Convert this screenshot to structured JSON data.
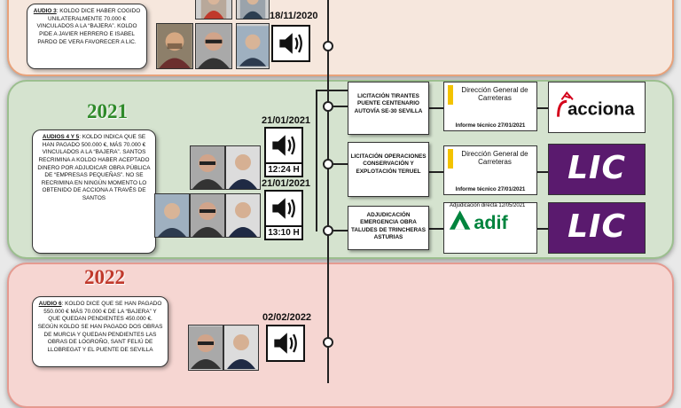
{
  "colors": {
    "green_year": "#2f8a2a",
    "red_year": "#c0392b",
    "lic_purple": "#5a1a6e",
    "acciona_red": "#d4001a",
    "adif_green": "#00843d",
    "dg_yellow": "#f3c300"
  },
  "section_2020": {
    "date": "18/11/2020",
    "audio_label": "Audio 3",
    "text": ": Koldo dice haber cogido unilateralmente 70.000 € vinculados a la “Bajera”. Koldo pide a Javier Herrero e Isabel Pardo de Vera favorecer a LIC."
  },
  "section_2021": {
    "year": "2021",
    "audio_label": "Audios 4 y 5",
    "text": ": Koldo indica que se han pagado 500.000 €, más 70.000 € vinculados a la “Bajera”. Santos recrimina a Koldo haber aceptado dinero por adjudicar obra pública de “Empresas pequeñas”. No se recrimina en ningún momento lo obtenido de Acciona a través de Santos",
    "audios": [
      {
        "date": "21/01/2021",
        "time": "12:24 H"
      },
      {
        "date": "21/01/2021",
        "time": "13:10 H"
      }
    ],
    "projects": [
      {
        "title": "Licitación tirantes puente centenario autovía SE-30 Sevilla",
        "agency": "Dirección General de Carreteras",
        "report": "Informe técnico 27/01/2021",
        "company": "acciona"
      },
      {
        "title": "Licitación operaciones conservación y explotación Teruel",
        "agency": "Dirección General de Carreteras",
        "report": "Informe técnico 27/01/2021",
        "company": "LIC"
      },
      {
        "title": "Adjudicación emergencia obra taludes de trincheras Asturias",
        "agency": "adif",
        "report": "Adjudicación directa 12/05/2021",
        "company": "LIC"
      }
    ]
  },
  "section_2022": {
    "year": "2022",
    "date": "02/02/2022",
    "audio_label": "Audio 6",
    "text": ": Koldo dice que se han pagado 550.000 € más 70.000 € de la “Bajera” y que quedan pendientes 450.000 €. Según Koldo se han pagado dos obras de Murcia y quedan pendientes las obras de Logroño, Sant Feliú de Llobregat y el puente de Sevilla"
  }
}
